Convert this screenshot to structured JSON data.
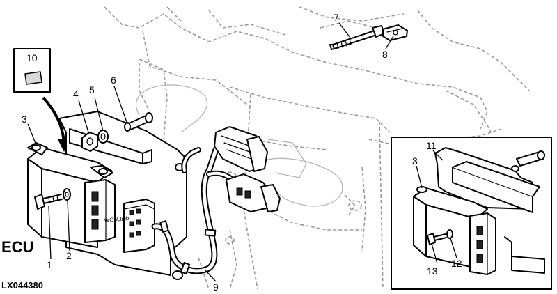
{
  "diagram": {
    "callouts": {
      "c1": "1",
      "c2": "2",
      "c3": "3",
      "c4": "4",
      "c5": "5",
      "c6": "6",
      "c7": "7",
      "c8": "8",
      "c9": "9",
      "c10": "10",
      "c11": "11",
      "c3b": "3",
      "c12": "12",
      "c13": "13"
    },
    "ecu_label": "ECU",
    "figure_code": "LX044380",
    "connector_marking": "WO3Ltidb"
  }
}
